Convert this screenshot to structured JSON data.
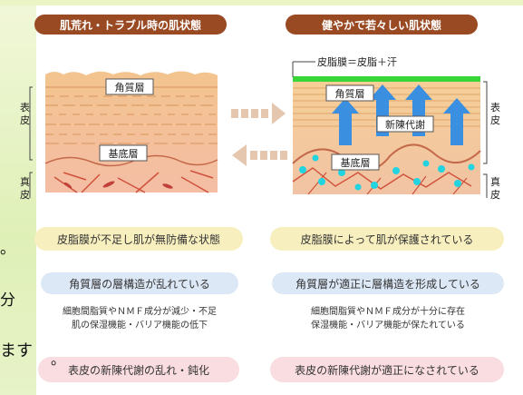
{
  "headers": {
    "left": "肌荒れ・トラブル時の肌状態",
    "right": "健やかで若々しい肌状態"
  },
  "left_diagram": {
    "stratum_corneum": "角質層",
    "basal_layer": "基底層",
    "epidermis": "表\n皮",
    "dermis": "真\n皮"
  },
  "right_diagram": {
    "sebum_film": "皮脂膜＝皮脂＋汗",
    "stratum_corneum": "角質層",
    "turnover": "新陳代謝",
    "basal_layer": "基底層",
    "epidermis": "表\n皮",
    "dermis": "真\n皮"
  },
  "left_column": {
    "sebum": "皮脂膜が不足し肌が無防備な状態",
    "layer": "角質層の層構造が乱れている",
    "note_1": "細胞間脂質やＮＭＦ成分が減少・不足",
    "note_2": "肌の保湿機能・バリア機能の低下",
    "turnover": "表皮の新陳代謝の乱れ・鈍化"
  },
  "right_column": {
    "sebum": "皮脂膜によって肌が保護されている",
    "layer": "角質層が適正に層構造を形成している",
    "note_1": "細胞間脂質やＮＭＦ成分が十分に存在",
    "note_2": "保湿機能・バリア機能が保たれている",
    "turnover": "表皮の新陳代謝が適正になされている"
  },
  "background_fragments": {
    "frag_1": "。",
    "frag_2": "分",
    "frag_3": "ます",
    "frag_4": "。"
  },
  "colors": {
    "header_brown": "#9a4a23",
    "sebum_green": "#39d63a",
    "arrow_blue": "#3a8fe0",
    "cell_cyan": "#22d3e0",
    "transition_arrow": "#e5c7b0",
    "yellow_pill": "#f8efbf",
    "blue_pill": "#dde8f7",
    "pink_pill": "#f9dde0"
  }
}
